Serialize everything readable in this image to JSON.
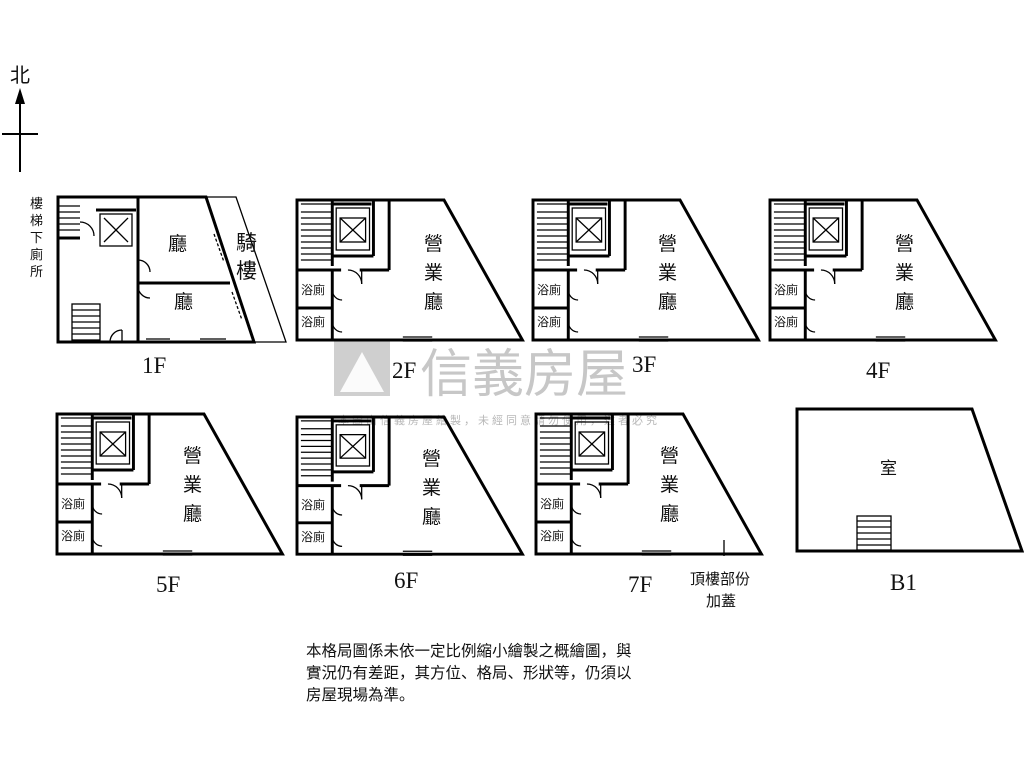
{
  "compass": {
    "label": "北"
  },
  "rooms": {
    "hall": "廳",
    "arcade": [
      "騎",
      "樓"
    ],
    "stair_toilet": [
      "樓",
      "梯",
      "下",
      "廁",
      "所"
    ],
    "business_hall": [
      "營",
      "業",
      "廳"
    ],
    "bath": "浴廁",
    "room": "室"
  },
  "floors": [
    "1F",
    "2F",
    "3F",
    "4F",
    "5F",
    "6F",
    "7F",
    "B1"
  ],
  "rooftop_note": [
    "頂樓部份",
    "加蓋"
  ],
  "watermark": {
    "brand": "信義房屋",
    "sub": "本圖由信義房屋繪製，未經同意請勿使用，違者必究"
  },
  "disclaimer": [
    "本格局圖係未依一定比例縮小繪製之概繪圖，與",
    "實況仍有差距，其方位、格局、形狀等，仍須以",
    "房屋現場為準。"
  ]
}
